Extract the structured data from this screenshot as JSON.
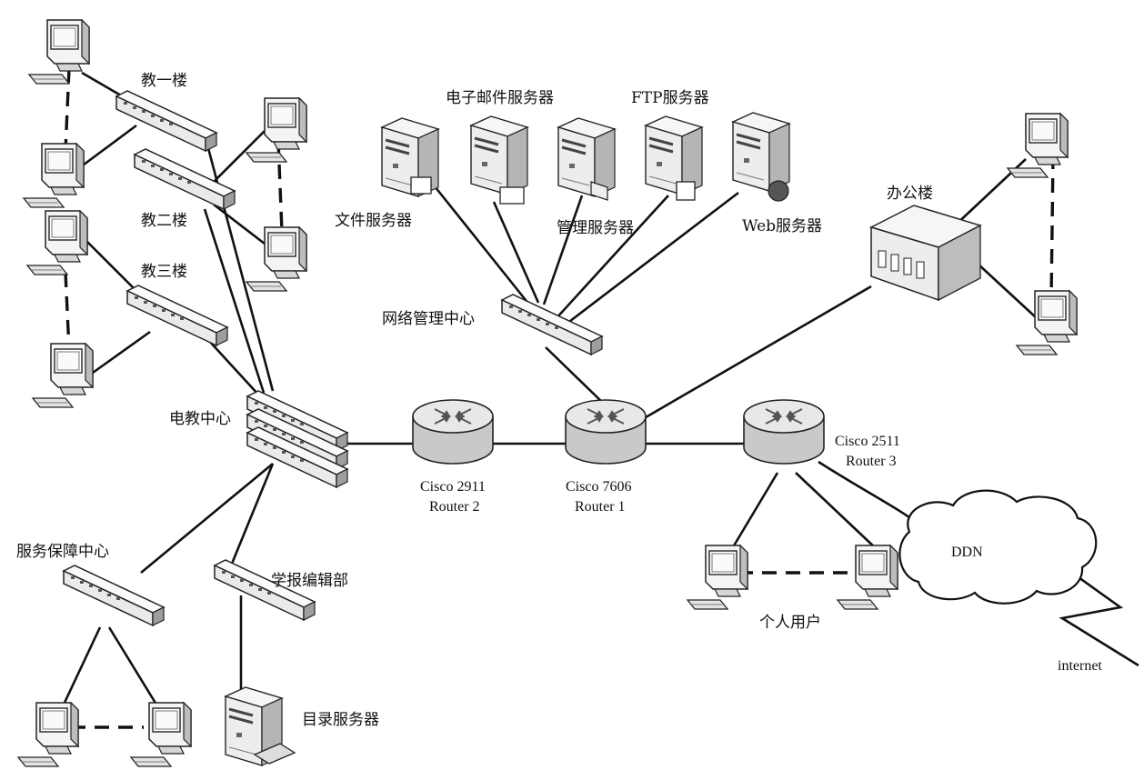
{
  "labels": {
    "building1": "教一楼",
    "building2": "教二楼",
    "building3": "教三楼",
    "av_center": "电教中心",
    "service_center": "服务保障中心",
    "journal_dept": "学报编辑部",
    "directory_server": "目录服务器",
    "file_server": "文件服务器",
    "email_server": "电子邮件服务器",
    "mgmt_server": "管理服务器",
    "ftp_server": "FTP服务器",
    "web_server": "Web服务器",
    "net_mgmt_center": "网络管理中心",
    "office_building": "办公楼",
    "personal_users": "个人用户",
    "ddn": "DDN",
    "internet": "internet"
  },
  "routers": {
    "r2": {
      "model": "Cisco 2911",
      "name": "Router 2"
    },
    "r1": {
      "model": "Cisco 7606",
      "name": "Router 1"
    },
    "r3": {
      "model": "Cisco  2511",
      "name": "Router 3"
    }
  },
  "colors": {
    "line": "#111111",
    "device_face": "#f2f2f2",
    "device_shade": "#9a9a9a",
    "router_top": "#e6e6e6",
    "router_side": "#c8c8c8"
  },
  "icons": {
    "pc": "desktop-computer-icon",
    "switch": "network-switch-icon",
    "server": "tower-server-icon",
    "router": "router-icon",
    "building": "office-building-icon",
    "cloud": "cloud-icon"
  }
}
